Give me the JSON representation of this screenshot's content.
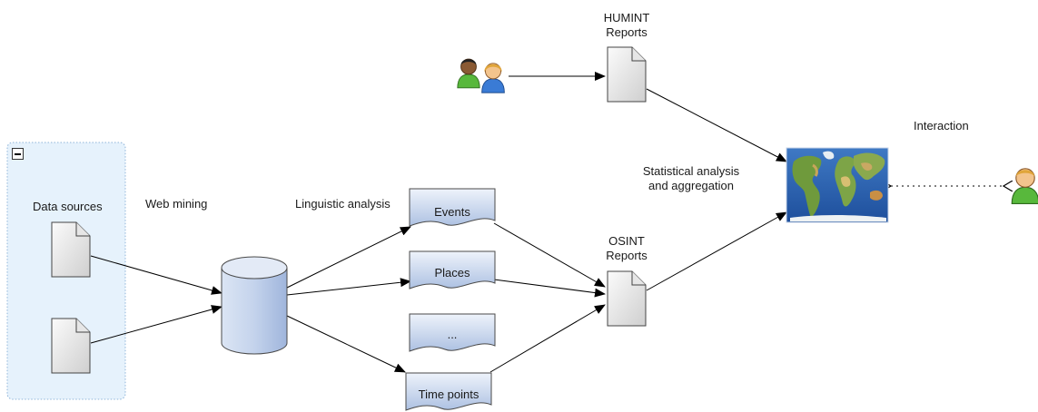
{
  "group": {
    "title": "Data sources"
  },
  "labels": {
    "web_mining": "Web mining",
    "linguistic_analysis": "Linguistic analysis",
    "statistical_line1": "Statistical analysis",
    "statistical_line2": "and aggregation",
    "interaction": "Interaction"
  },
  "reports": {
    "humint_line1": "HUMINT",
    "humint_line2": "Reports",
    "osint_line1": "OSINT",
    "osint_line2": "Reports"
  },
  "entities": {
    "events": "Events",
    "places": "Places",
    "ellipsis": "...",
    "time_points": "Time points"
  },
  "colors": {
    "group_fill": "#e6f2fc",
    "group_border": "#8fb4d8",
    "doc_fill_top": "#fafafa",
    "doc_fill_bottom": "#d4d4d4",
    "shape_fill_top": "#e8eff9",
    "shape_fill_bottom": "#b3c5e3",
    "stroke": "#4a4a4a"
  },
  "icons": [
    "collapse-icon",
    "document-icon",
    "database-icon",
    "users-icon",
    "user-icon",
    "world-map-icon"
  ]
}
